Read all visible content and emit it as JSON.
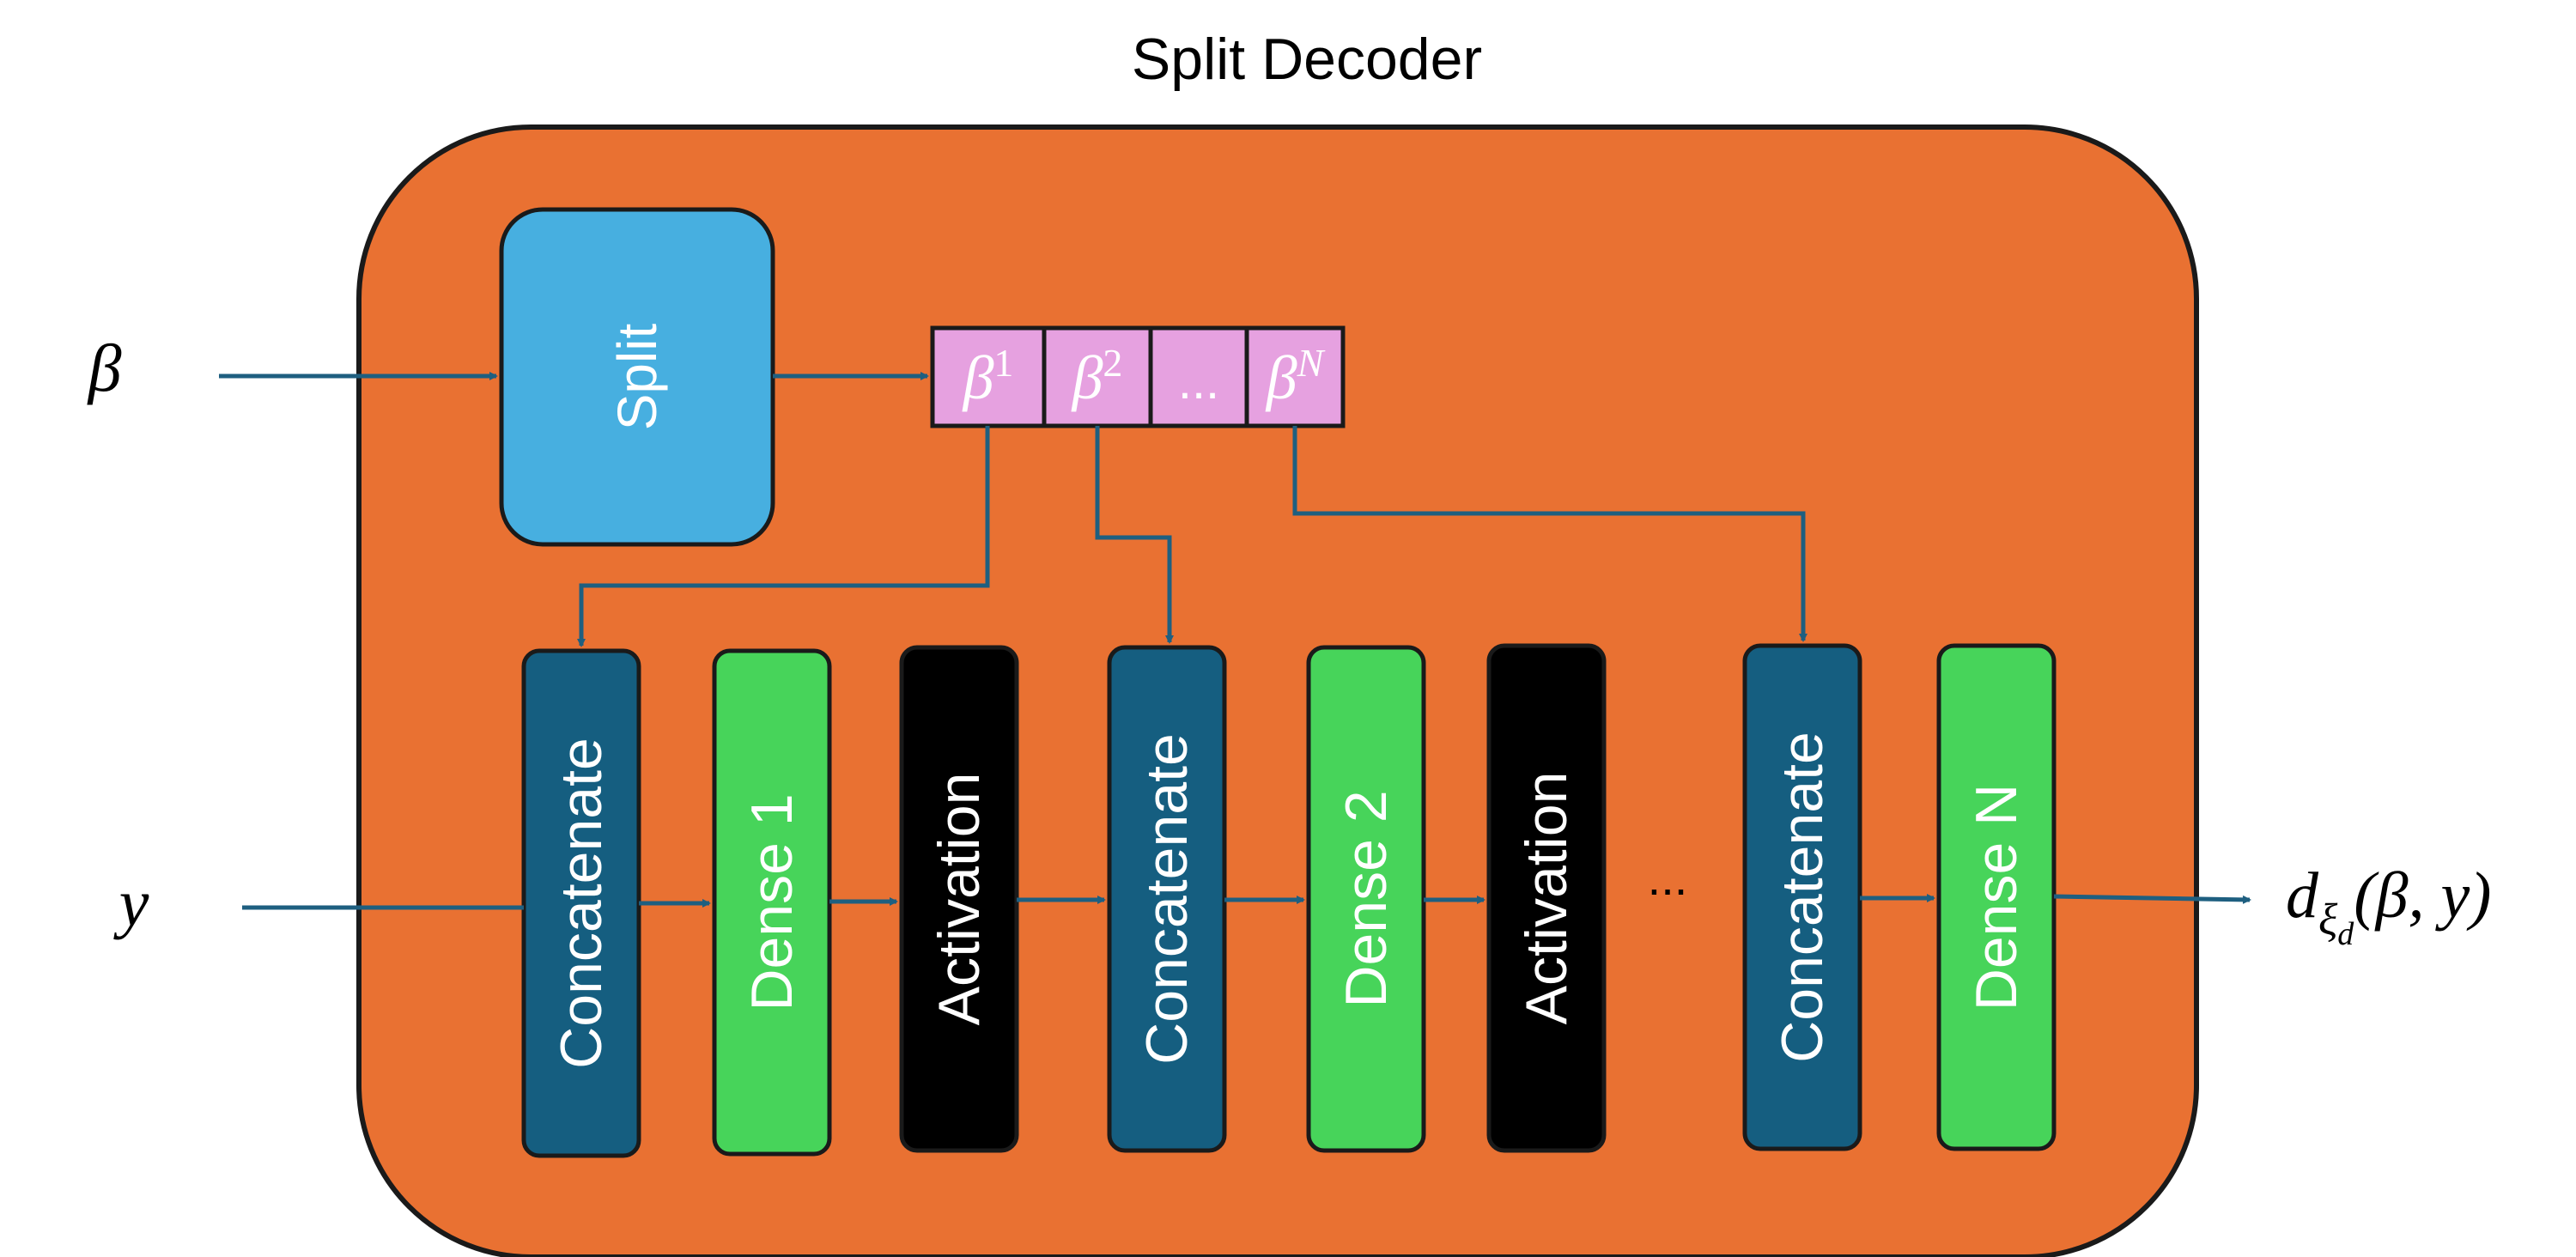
{
  "title": "Split Decoder",
  "inputs": {
    "beta": "β",
    "y": "y"
  },
  "split_block": {
    "label": "Split"
  },
  "split_cells": [
    {
      "base": "β",
      "sup": "1"
    },
    {
      "base": "β",
      "sup": "2"
    },
    {
      "base": "...",
      "sup": ""
    },
    {
      "base": "β",
      "sup": "N"
    }
  ],
  "layers": [
    {
      "label": "Concatenate",
      "kind": "concat"
    },
    {
      "label": "Dense 1",
      "kind": "dense"
    },
    {
      "label": "Activation",
      "kind": "activation"
    },
    {
      "label": "Concatenate",
      "kind": "concat"
    },
    {
      "label": "Dense 2",
      "kind": "dense"
    },
    {
      "label": "Activation",
      "kind": "activation"
    },
    {
      "label": "Concatenate",
      "kind": "concat"
    },
    {
      "label": "Dense N",
      "kind": "dense"
    }
  ],
  "ellipsis": "...",
  "output": {
    "d": "d",
    "sub": "ξ",
    "subsub": "d",
    "args": "(β, y)"
  },
  "colors": {
    "container": "#E97132",
    "container_stroke": "#1a1a1a",
    "split": "#47AFE0",
    "cell": "#E6A1E0",
    "concat": "#155E80",
    "dense": "#47D45A",
    "activation": "#000000",
    "arrow": "#1E5F80",
    "text_light": "#FFFFFF",
    "text_dark": "#000000"
  }
}
